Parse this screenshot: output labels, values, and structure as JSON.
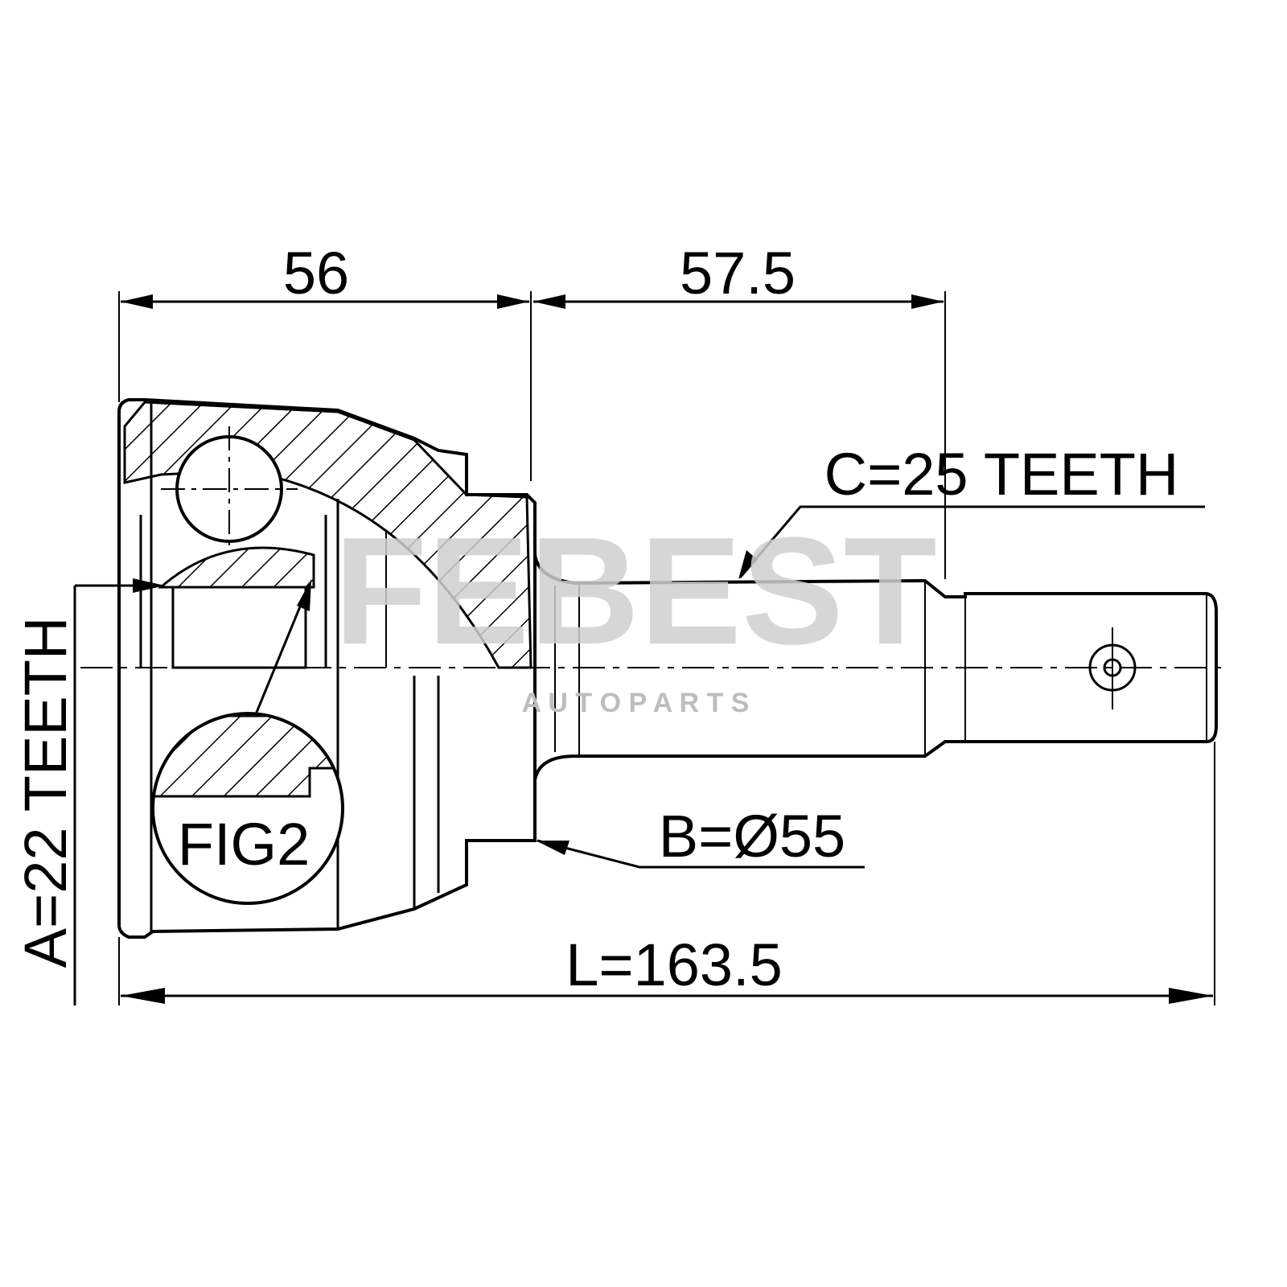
{
  "drawing": {
    "dimensions": {
      "housing_length": "56",
      "shaft_length": "57.5",
      "outer_spline": "C=25 TEETH",
      "diameter": "B=Ø55",
      "overall_length": "L=163.5",
      "inner_spline": "A=22 TEETH"
    },
    "figure_label": "FIG2",
    "watermark": {
      "brand": "FEBEST",
      "tagline": "A U T O   P A R T S"
    }
  }
}
